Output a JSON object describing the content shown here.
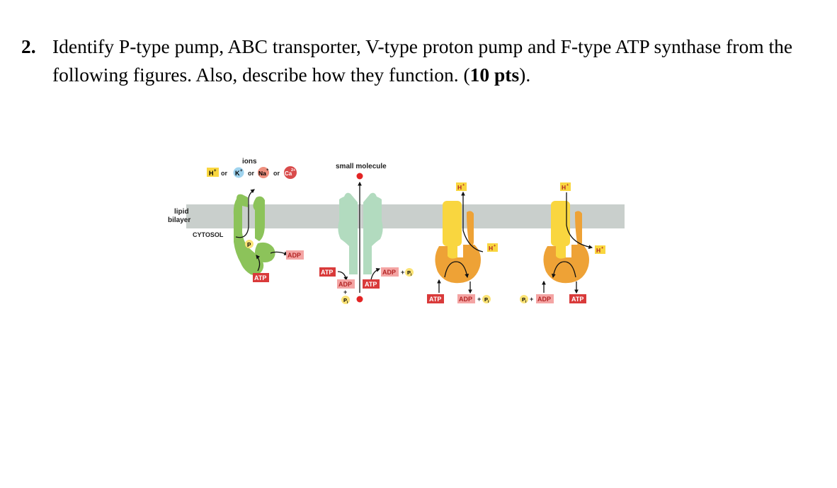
{
  "question": {
    "number": "2.",
    "text_before": "Identify P-type pump, ABC transporter, V-type proton pump and F-type ATP synthase from the following figures. Also, describe how they function. (",
    "points": "10 pts",
    "text_after": ")."
  },
  "figure": {
    "ions_label": "ions",
    "small_molecule_label": "small molecule",
    "lipid_label_line1": "lipid",
    "lipid_label_line2": "bilayer",
    "cytosol_label": "CYTOSOL",
    "or_word": "or",
    "plus_sign": "+",
    "ion_h": "H",
    "ion_k": "K",
    "ion_na": "Na",
    "ion_ca": "Ca",
    "sup_plus": "+",
    "sup_2plus": "2+",
    "phosphate": "P",
    "pi_main": "P",
    "pi_sub": "i",
    "atp": "ATP",
    "adp": "ADP",
    "colors": {
      "membrane": "#c9cfcc",
      "p_pump": "#8cc35a",
      "abc": "#b2dbbf",
      "pump_yellow": "#f9d63f",
      "pump_orange": "#eea236",
      "atp_red": "#d93a3a",
      "adp_pink": "#f4a5a4",
      "molecule_red": "#e32424",
      "k_blue": "#9fd3ee",
      "na_salmon": "#ee8f7e",
      "ca_red": "#d94b4b",
      "pi_yellow": "#fbe376"
    }
  }
}
